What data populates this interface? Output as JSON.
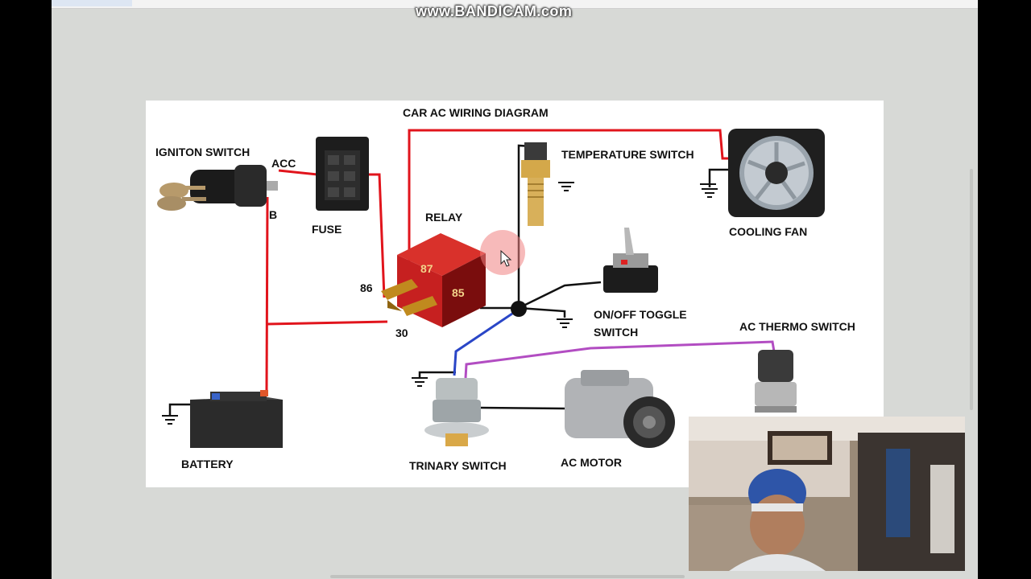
{
  "watermark": "www.BANDICAM.com",
  "diagram": {
    "title": "CAR AC WIRING DIAGRAM",
    "labels": {
      "ignition_switch": "IGNITON SWITCH",
      "acc": "ACC",
      "b": "B",
      "fuse": "FUSE",
      "relay": "RELAY",
      "temperature_switch": "TEMPERATURE SWITCH",
      "cooling_fan": "COOLING FAN",
      "toggle_line1": "ON/OFF TOGGLE",
      "toggle_line2": "SWITCH",
      "ac_thermo_switch": "AC THERMO SWITCH",
      "battery": "BATTERY",
      "trinary_switch": "TRINARY SWITCH",
      "ac_motor": "AC MOTOR",
      "pin86": "86",
      "pin87": "87",
      "pin85": "85",
      "pin30": "30"
    },
    "colors": {
      "power_wire": "#e1141c",
      "ground_wire": "#111111",
      "signal_wire": "#2a46c7",
      "thermo_wire": "#b24dc2",
      "relay_body": "#c62020"
    }
  }
}
